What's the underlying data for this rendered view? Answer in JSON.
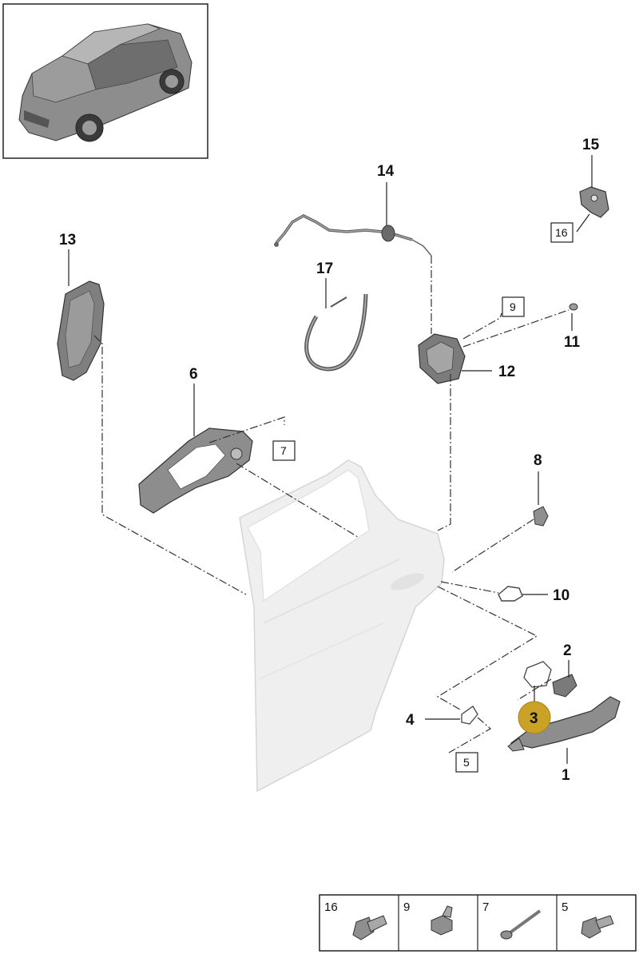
{
  "diagram": {
    "thumbnail": "car-thumbnail",
    "callouts": [
      {
        "id": "c1",
        "label": "1"
      },
      {
        "id": "c2",
        "label": "2"
      },
      {
        "id": "c3",
        "label": "3",
        "highlight_color": "#c9a227"
      },
      {
        "id": "c4",
        "label": "4"
      },
      {
        "id": "c6",
        "label": "6"
      },
      {
        "id": "c8",
        "label": "8"
      },
      {
        "id": "c10",
        "label": "10"
      },
      {
        "id": "c11",
        "label": "11"
      },
      {
        "id": "c12",
        "label": "12"
      },
      {
        "id": "c13",
        "label": "13"
      },
      {
        "id": "c14",
        "label": "14"
      },
      {
        "id": "c15",
        "label": "15"
      },
      {
        "id": "c17",
        "label": "17"
      }
    ],
    "boxed_refs": [
      {
        "id": "b16",
        "label": "16"
      },
      {
        "id": "b9",
        "label": "9"
      },
      {
        "id": "b7",
        "label": "7"
      },
      {
        "id": "b5",
        "label": "5"
      }
    ]
  },
  "legend": [
    {
      "label": "16",
      "icon": "screw-flanged-head"
    },
    {
      "label": "9",
      "icon": "screw-washer-head"
    },
    {
      "label": "7",
      "icon": "bolt-long-shank"
    },
    {
      "label": "5",
      "icon": "screw-short-head"
    }
  ],
  "colors": {
    "highlight": "#c9a227",
    "part_gray": "#8a8a8a",
    "door_fill": "#efefef"
  }
}
